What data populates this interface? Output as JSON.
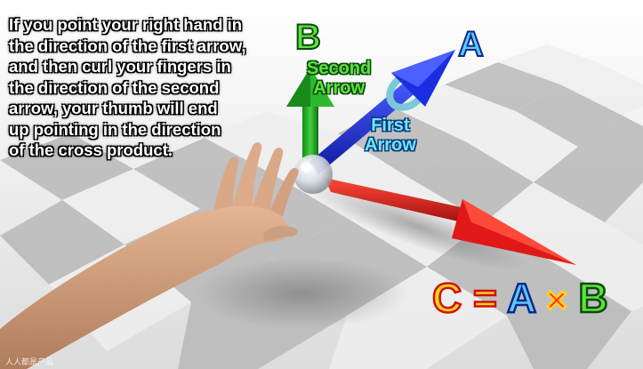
{
  "explanation_lines": [
    "If you point your right hand in",
    "the direction of the first arrow,",
    "and then curl your fingers in",
    "the direction of the second",
    "arrow, your thumb will end",
    "up pointing in the direction",
    "of the cross product."
  ],
  "labels": {
    "vector_b": "B",
    "vector_a": "A",
    "second_arrow": [
      "Second",
      "Arrow"
    ],
    "first_arrow": [
      "First",
      "Arrow"
    ]
  },
  "formula": {
    "c": "C",
    "equals": "=",
    "a": "A",
    "times": "×",
    "b": "B"
  },
  "watermark": "人人都是产品",
  "colors": {
    "arrow_a": "#1a2ad8",
    "arrow_b": "#22a822",
    "arrow_c": "#e01818",
    "ring": "#66b8c8",
    "floor_light": "#f4f4f4",
    "floor_dark": "#b8b8b8"
  }
}
